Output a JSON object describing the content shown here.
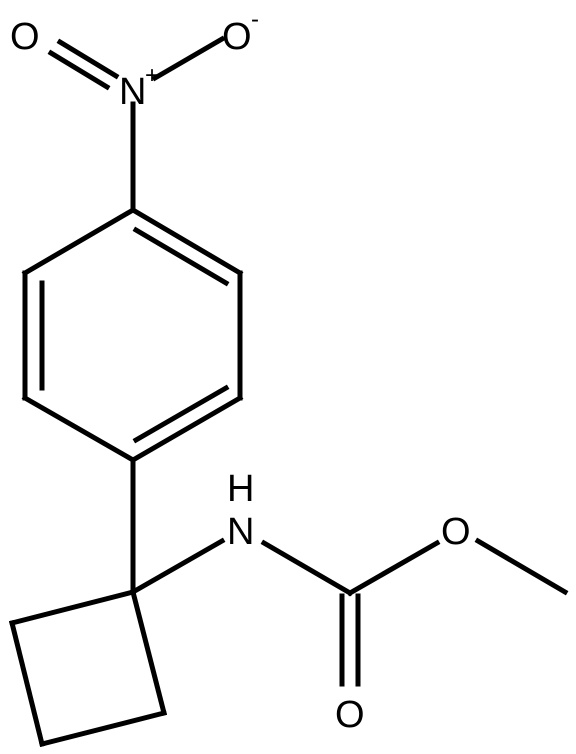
{
  "molecule": {
    "atoms": {
      "o_nitro_left": "O",
      "o_nitro_left_charge": "",
      "o_nitro_right": "O",
      "o_nitro_right_charge": "-",
      "n_nitro": "N",
      "n_nitro_charge": "+",
      "nh_h": "H",
      "nh_n": "N",
      "o_ester": "O",
      "o_carbonyl": "O"
    },
    "colors": {
      "bond": "#000000",
      "text": "#000000",
      "background": "#ffffff"
    }
  }
}
